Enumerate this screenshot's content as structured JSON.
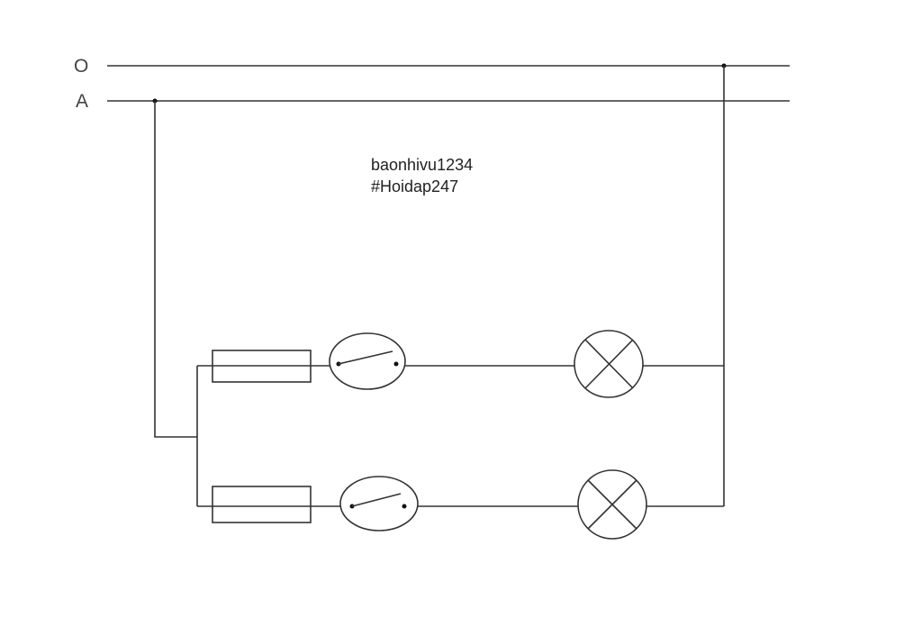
{
  "lines": {
    "neutral_label": "O",
    "phase_label": "A"
  },
  "annotation": {
    "line1": "baonhivu1234",
    "line2": "#Hoidap247"
  },
  "branches": [
    {
      "components": [
        "fuse",
        "switch",
        "lamp"
      ],
      "switch_state": "open"
    },
    {
      "components": [
        "fuse",
        "switch",
        "lamp"
      ],
      "switch_state": "open"
    }
  ],
  "colors": {
    "wire": "#333333",
    "background": "#ffffff"
  }
}
